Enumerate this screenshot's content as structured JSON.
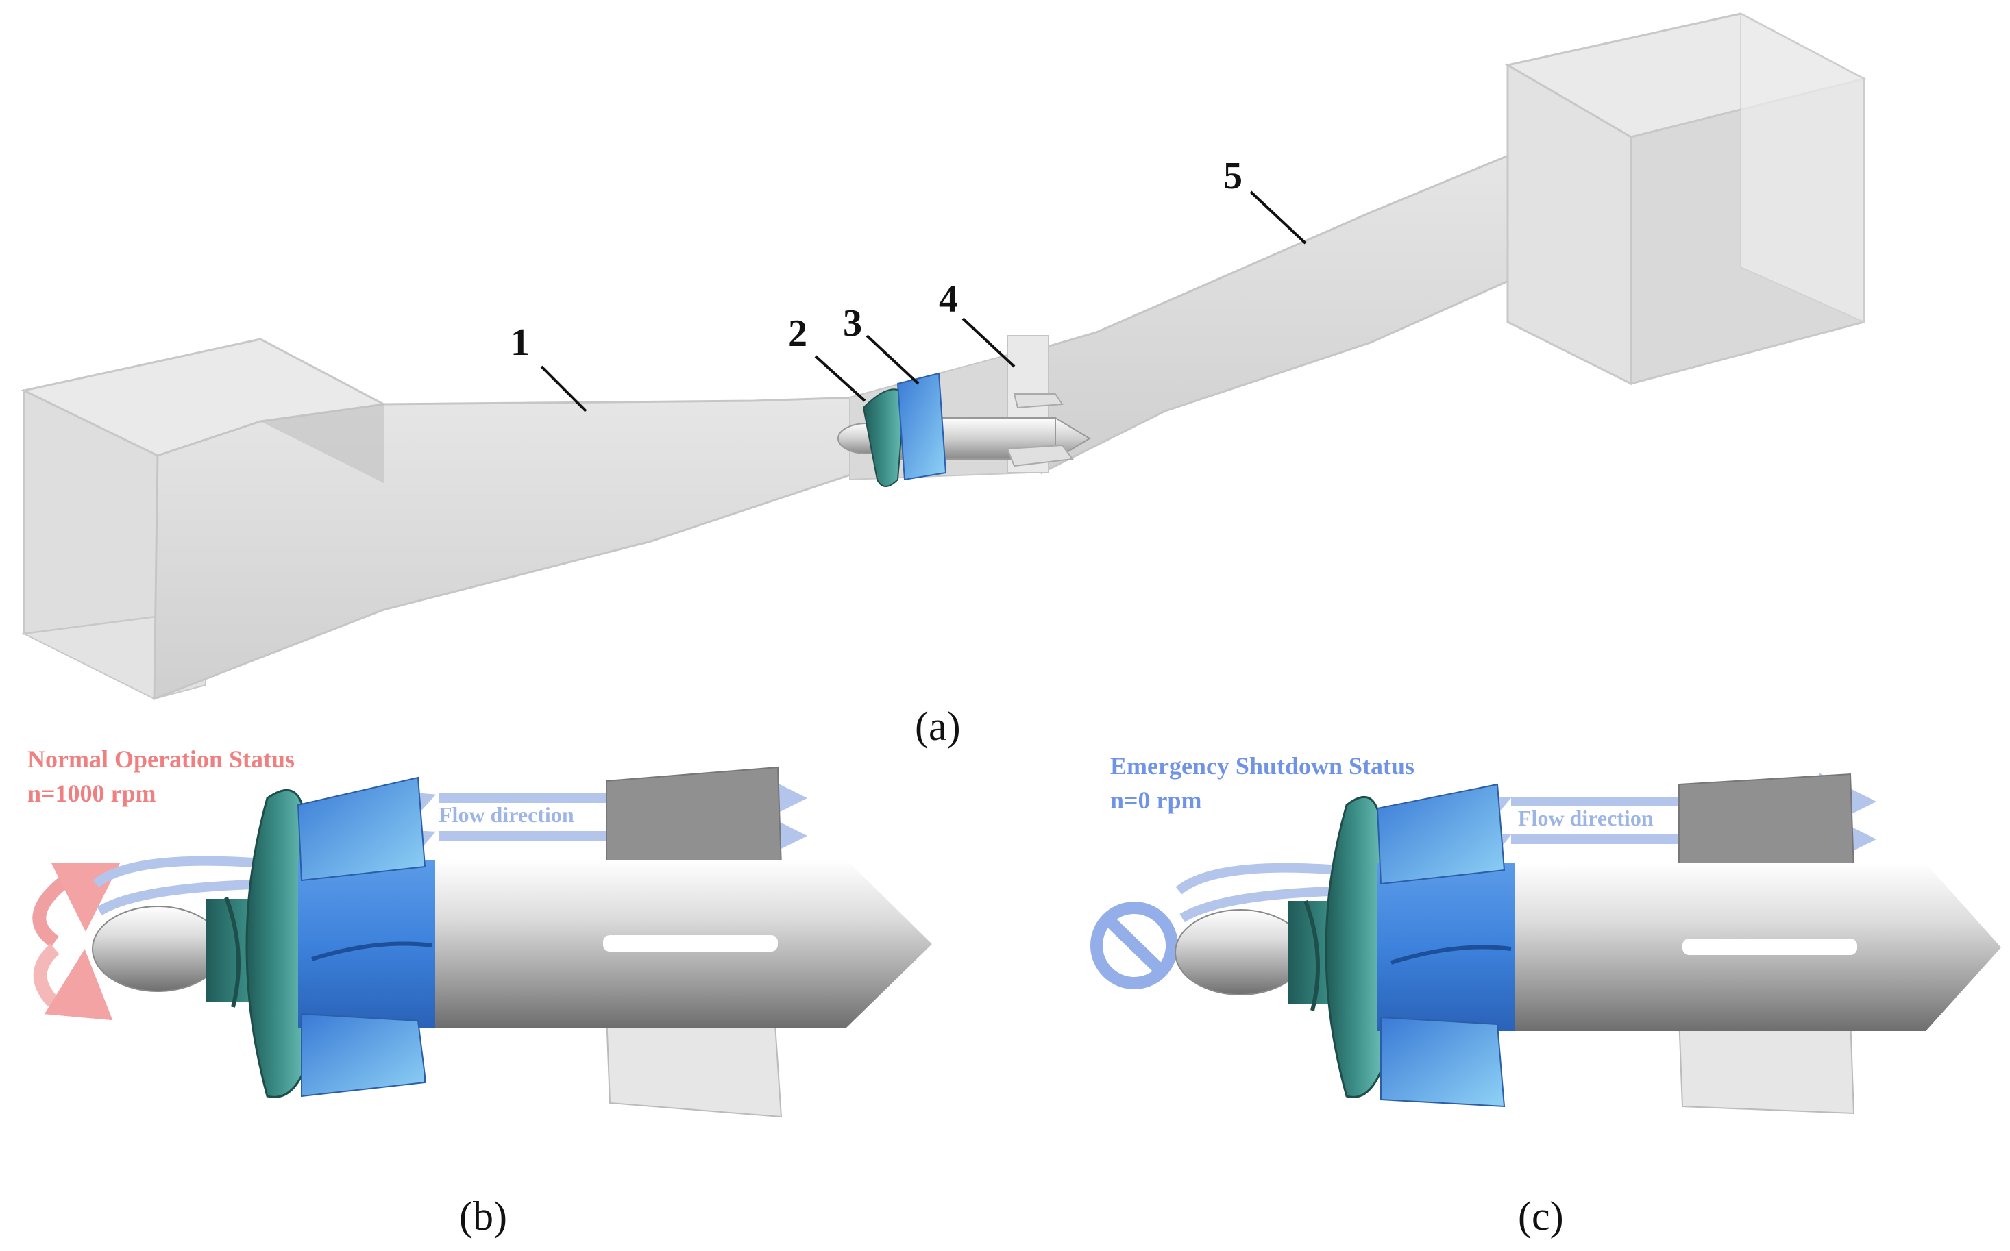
{
  "figure": {
    "panel_a": {
      "label": "(a)",
      "callouts": [
        "1",
        "2",
        "3",
        "4",
        "5"
      ]
    },
    "panel_b": {
      "label": "(b)",
      "status_title": "Normal Operation Status",
      "speed": "n=1000 rpm",
      "flow_label": "Flow direction",
      "status_color": "#f08080",
      "status_icon": "rotation-arrows-icon"
    },
    "panel_c": {
      "label": "(c)",
      "status_title": "Emergency Shutdown Status",
      "speed": "n=0 rpm",
      "flow_label": "Flow direction",
      "status_color": "#6f93e6",
      "status_icon": "prohibited-icon"
    },
    "colors": {
      "impeller": "#2f7d78",
      "guide_vane": "#4a8fe0",
      "hub": "#b9b9b9",
      "channel": "#d7d7d7",
      "flow_arrow": "#b3c5ea"
    }
  }
}
